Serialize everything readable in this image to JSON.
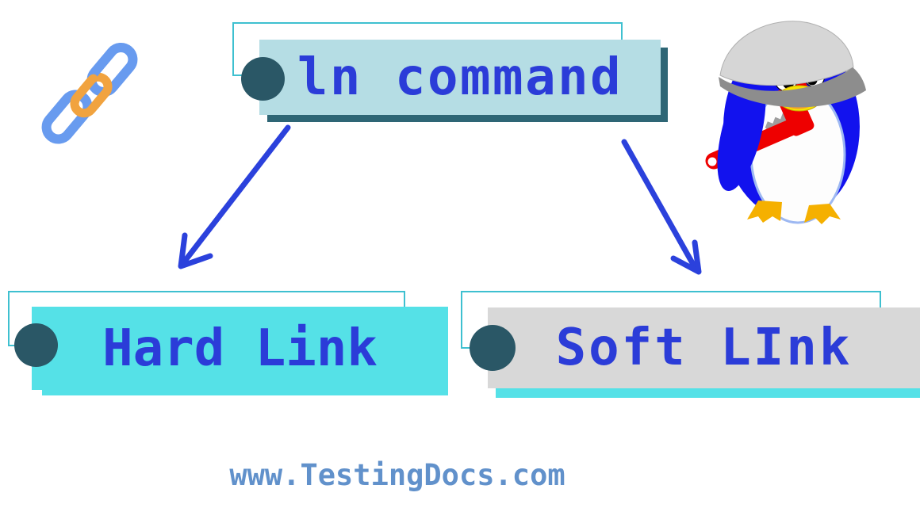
{
  "diagram": {
    "title": "ln command",
    "branches": [
      {
        "label": "Hard Link"
      },
      {
        "label": "Soft LInk"
      }
    ]
  },
  "footer": {
    "website": "www.TestingDocs.com"
  },
  "icons": {
    "chain": "chain-link-icon",
    "penguin": "penguin-plumber-mascot",
    "arrow_left": "arrow-down-left",
    "arrow_right": "arrow-down-right"
  },
  "colors": {
    "title_box_bg": "#b5dde4",
    "title_box_shadow": "#2e6675",
    "bullet": "#2a5766",
    "hard_link_bg": "#55e1e7",
    "soft_link_bg": "#d8d8d8",
    "accent_cyan": "#55e1e7",
    "outline_border": "#3ec0d0",
    "text_blue": "#2b3cd8",
    "arrow_blue": "#2b41dc",
    "footer_text": "#6191cb",
    "chain_blue": "#689bef",
    "chain_orange": "#f1a33f",
    "penguin_blue": "#1212ee",
    "wrench_red": "#ee0000"
  }
}
